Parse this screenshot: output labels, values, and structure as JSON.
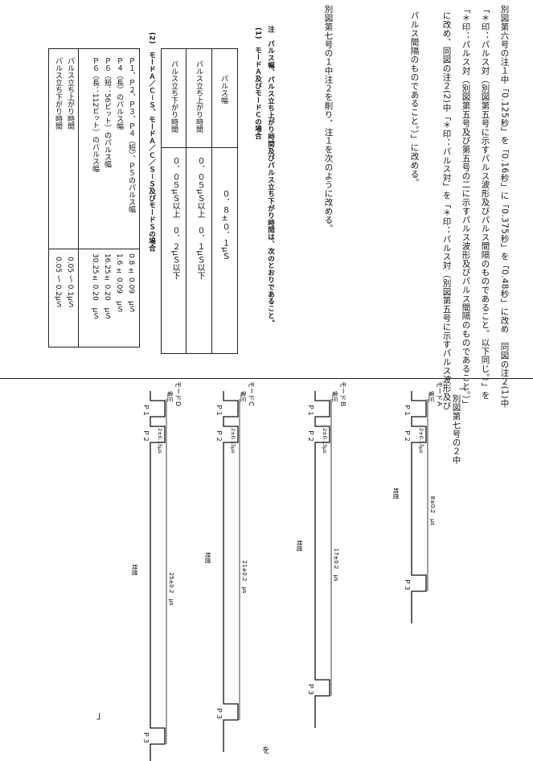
{
  "text_lines": [
    "別図第六号の注１中「0.125秒」を「0.16秒」に「0.375秒」を「0.48秒」に改め　同図の注２(1)中",
    "「＊印：パルス対（別図第五号に示すパルス波形及びパルス間隔のものであること。以下同じ。）」を",
    "「＊印：パルス対（別図第五号及び第五号の二に示すパルス波形及びパルス間隔のものであること。）」",
    "に改め、同図の注２(2)中「＊印：パルス対」を「＊印：パルス対（別図第五号に示すパルス波形及び",
    "パルス間隔のものであること。）」に改める。",
    "別図第七号の１中注２を削り、注１を次のように改める。"
  ],
  "notes": {
    "intro": "注　パルス幅、パルス立ち上がり時間及びパルス立ち下がり時間は、次のとおりであること。",
    "item1": "(1)　モードＡ及びモードＣの場合",
    "item2": "(2)　モードＡ／Ｃ－Ｓ、モードＡ／Ｃ／Ｓ－Ｓ及びモードＳの場合"
  },
  "table1": {
    "rows": [
      {
        "label": "パルス幅",
        "value": "０．８±０．１μＳ"
      },
      {
        "label": "パルス立ち上がり時間",
        "value": "０．０５μＳ以上　０．１μＳ以下"
      },
      {
        "label": "パルス立ち下がり時間",
        "value": "０．０５μＳ以上　０．２μＳ以下"
      }
    ]
  },
  "table2": {
    "rows": [
      {
        "label": "Ｐ１、Ｐ２、Ｐ３、Ｐ４（短）、Ｐ５のパルス幅",
        "value": "0.8 ± 0.09　μＳ"
      },
      {
        "label": "Ｐ４（長）のパルス幅",
        "value": "1.6 ± 0.09　μＳ"
      },
      {
        "label": "Ｐ６（短：56ビット）のパルス幅",
        "value": "16.25± 0.20　μＳ"
      },
      {
        "label": "Ｐ６（長：112ビット）のパルス幅",
        "value": "30.25± 0.20　μＳ"
      },
      {
        "label": "パルス立ち上がり時間",
        "value": "0.05 ～ 0.1μＳ"
      },
      {
        "label": "パルス立ち下がり時間",
        "value": "0.05 ～ 0.2μＳ"
      }
    ]
  },
  "figure": {
    "header": "「",
    "title": "別図第七号の２中",
    "axis_pressure": "電圧",
    "axis_time": "時間",
    "width_label": "2±0.15μs",
    "modes": [
      {
        "name": "モードＡ",
        "spacing_label": "8±0.2　μs",
        "pulses": [
          "Ｐ１",
          "Ｐ２",
          "Ｐ３"
        ]
      },
      {
        "name": "モードＢ",
        "spacing_label": "17±0.2　μs",
        "pulses": [
          "Ｐ１",
          "Ｐ２",
          "Ｐ３"
        ]
      },
      {
        "name": "モードＣ",
        "spacing_label": "21±0.2　μs",
        "pulses": [
          "Ｐ１",
          "Ｐ２",
          "Ｐ３"
        ]
      },
      {
        "name": "モードＤ",
        "spacing_label": "25±0.2　μs",
        "pulses": [
          "Ｐ１",
          "Ｐ２",
          "Ｐ３"
        ]
      }
    ],
    "closing": "」"
  },
  "page_mark": "を"
}
